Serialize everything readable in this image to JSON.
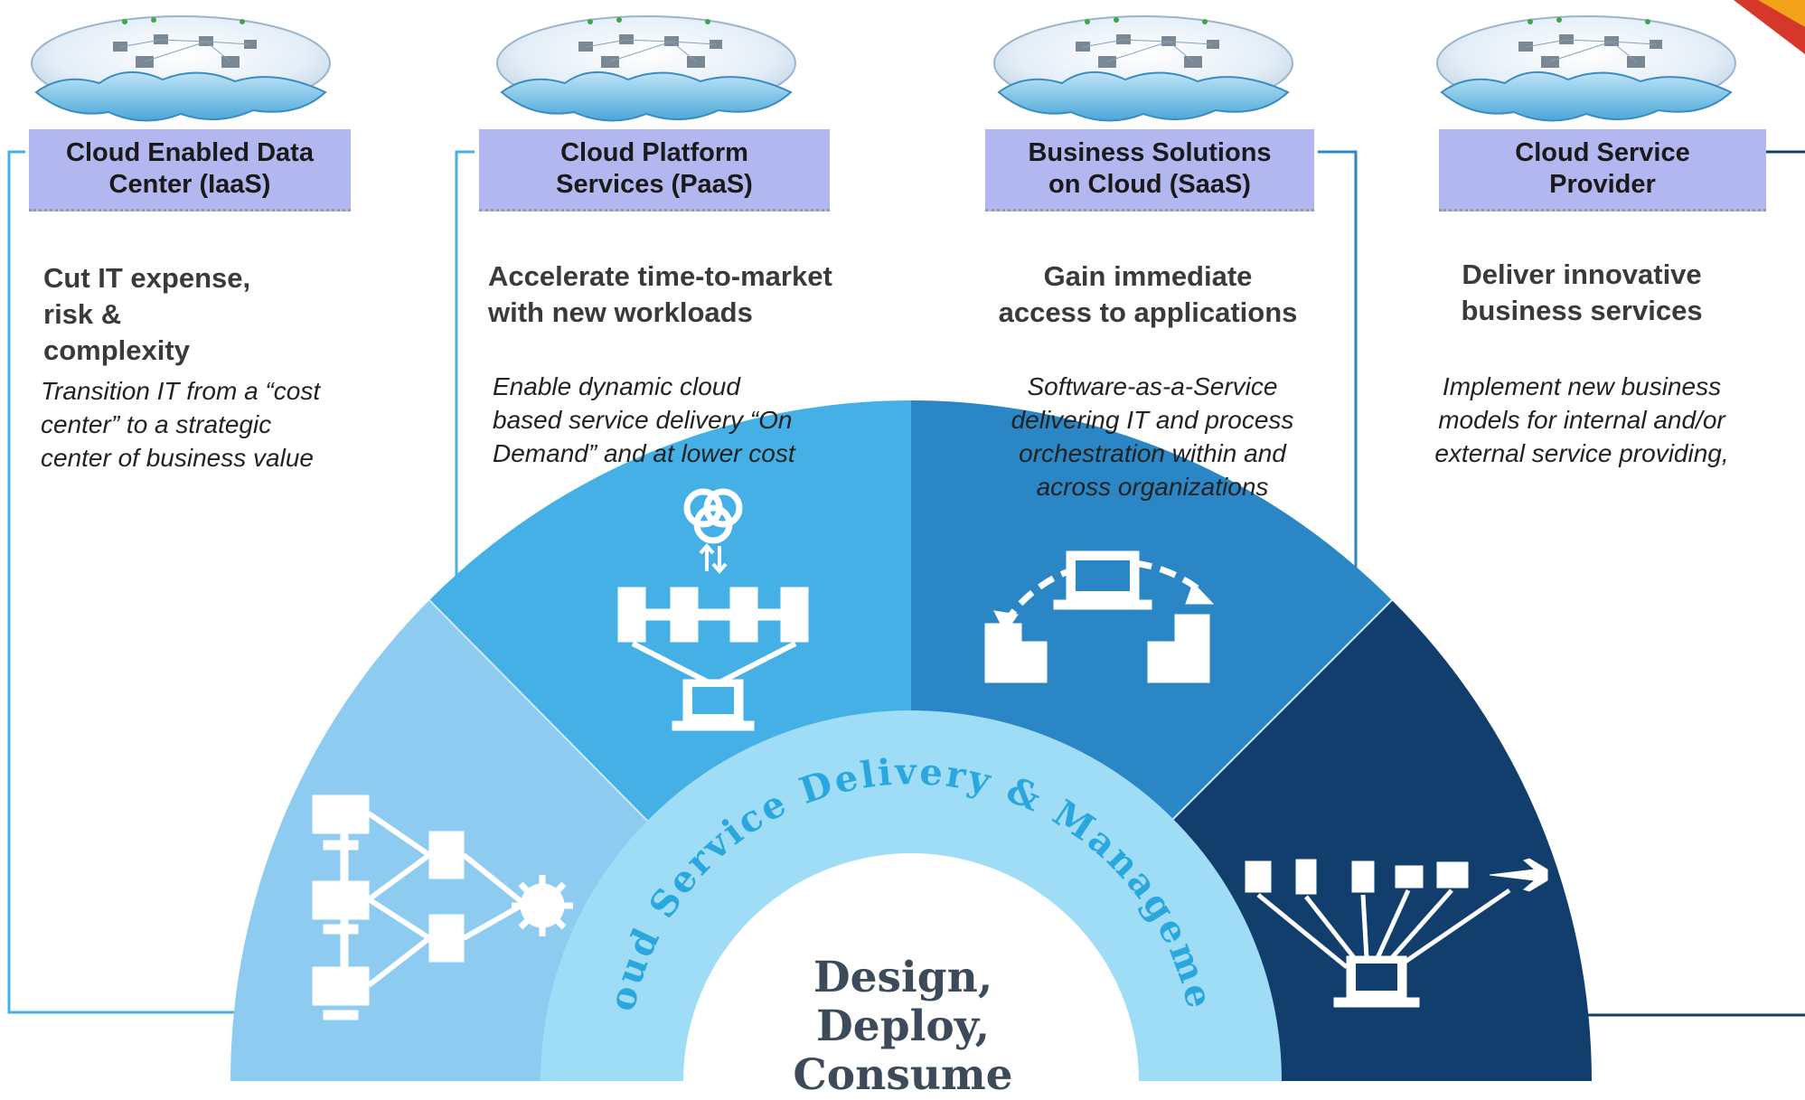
{
  "columns": [
    {
      "label": "Cloud Enabled Data\nCenter (IaaS)",
      "headline": "Cut IT expense,\nrisk &\ncomplexity",
      "description": "Transition IT from a “cost\ncenter” to a strategic\ncenter of business value"
    },
    {
      "label": "Cloud Platform\nServices (PaaS)",
      "headline": "Accelerate time-to-market\nwith new workloads",
      "description": "Enable dynamic cloud\nbased service delivery “On\nDemand” and at lower cost"
    },
    {
      "label": "Business Solutions\non Cloud (SaaS)",
      "headline": "Gain immediate\naccess to applications",
      "description": "Software-as-a-Service\ndelivering IT and process\norchestration within and\nacross organizations"
    },
    {
      "label": "Cloud Service\nProvider",
      "headline": "Deliver innovative\nbusiness services",
      "description": "Implement new business\nmodels  for internal and/or\nexternal service providing,"
    }
  ],
  "center": {
    "arc_text": "Cloud Service Delivery & Management",
    "main_text": "Design, Deploy,\nConsume"
  },
  "colors": {
    "segment_1": "#8dcbf0",
    "segment_2": "#45b0e6",
    "segment_3": "#2a86c4",
    "segment_4": "#123e6e",
    "inner_ring": "#9fdcf5",
    "arc_text": "#2aa7de",
    "label_box": "#b3b7f0",
    "bracket_1": "#45b0e6",
    "bracket_4": "#123e6e"
  },
  "icons": [
    "network-server-gear-icon",
    "cloud-platform-icon",
    "process-orchestration-icon",
    "devices-laptop-icon",
    "cloud-network-icon"
  ]
}
